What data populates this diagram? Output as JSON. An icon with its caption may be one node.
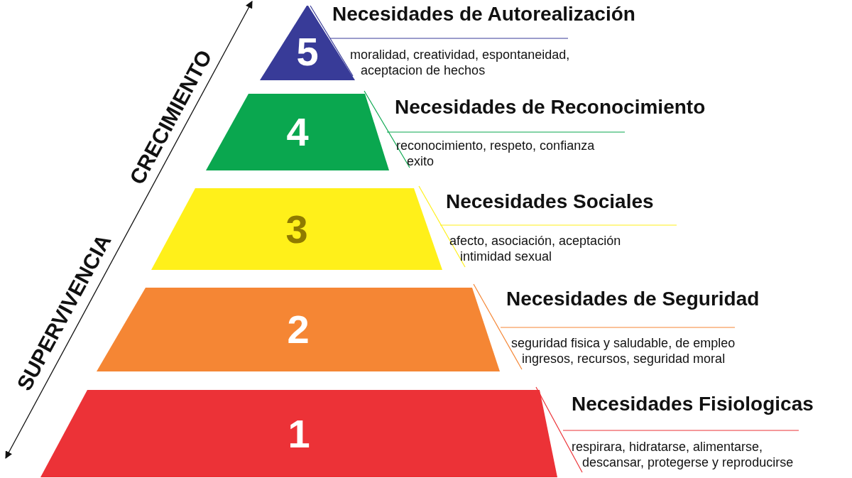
{
  "diagram": {
    "nodes": [
      {
        "text": [
          "5"
        ],
        "beside": [
          "Necesidades de Autorealización",
          "moralidad, creatividad, espontaneidad, aceptacion de hechos"
        ]
      },
      {
        "text": [
          "4"
        ],
        "beside": [
          "Necesidades de Reconocimiento",
          "reconocimiento, respeto, confianza exito"
        ]
      },
      {
        "text": [
          "3"
        ],
        "beside": [
          "Necesidades Sociales",
          "afecto, asociación, aceptación intimidad sexual"
        ]
      },
      {
        "text": [
          "2"
        ],
        "beside": [
          "Necesidades de Seguridad",
          "seguridad fisica y saludable, de empleo ingresos, recursos, seguridad moral"
        ]
      },
      {
        "text": [
          "1"
        ],
        "beside": [
          "Necesidades Fisiologicas",
          "respirara, hidratarse, alimentarse, descansar, protegerse y reproducirse"
        ]
      }
    ],
    "labels": [
      "CRECIMIENTO",
      "SUPERVIVENCIA"
    ]
  }
}
